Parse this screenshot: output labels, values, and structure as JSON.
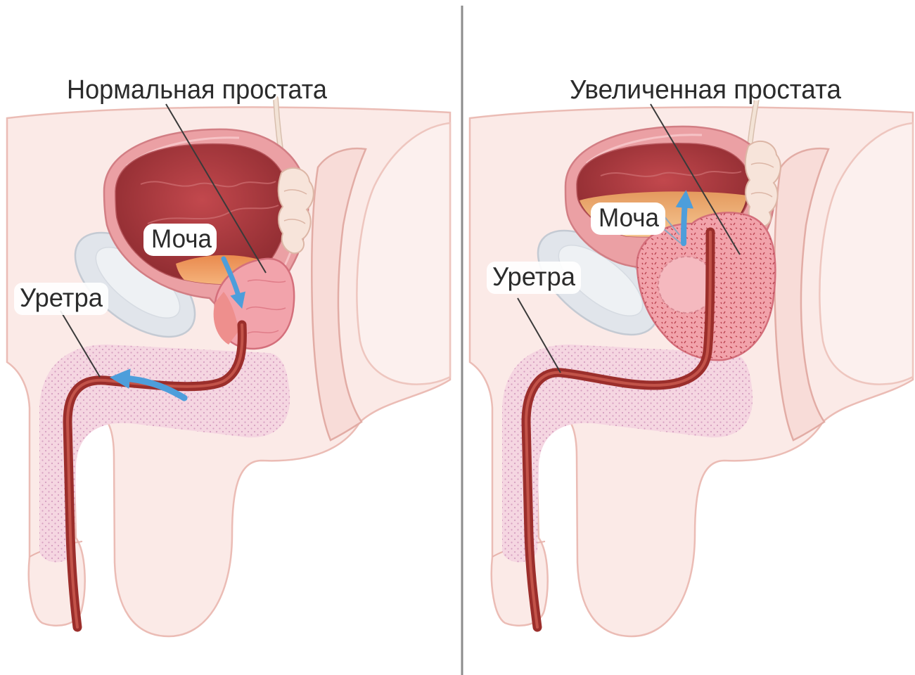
{
  "panels": {
    "normal": {
      "title": "Нормальная простата",
      "urine_label": "Моча",
      "urethra_label": "Уретра"
    },
    "enlarged": {
      "title": "Увеличенная простата",
      "urine_label": "Моча",
      "urethra_label": "Уретра"
    }
  },
  "colors": {
    "divider": "#8c8c8c",
    "urethra": "#9b2e2b",
    "prostate": "#f2a3ab",
    "flow_arrow": "#4d9edb",
    "pubic_bone": "#e1e5eb"
  }
}
